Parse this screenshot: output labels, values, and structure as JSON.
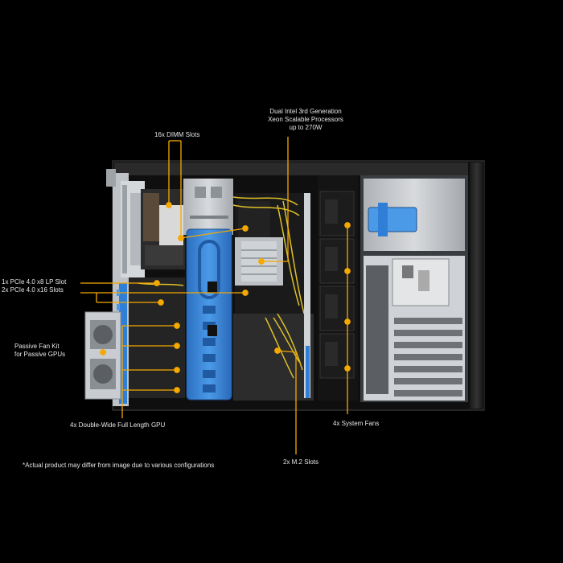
{
  "callouts": {
    "dimm": "16x DIMM Slots",
    "cpu": [
      "Dual Intel 3rd Generation",
      "Xeon Scalable Processors",
      "up to 270W"
    ],
    "pcie": [
      "1x PCIe 4.0 x8 LP Slot",
      "2x PCIe 4.0 x16 Slots"
    ],
    "fan": [
      "Passive Fan Kit",
      "for Passive GPUs"
    ],
    "gpu": "4x Double-Wide Full Length GPU",
    "m2": "2x M.2 Slots",
    "sys_fans": "4x System Fans",
    "disclaimer": "*Actual product may differ from image due to various configurations"
  },
  "colors": {
    "background": "#000000",
    "callout": "#f5a800",
    "chassis_metal": "#c9ccd0",
    "blue_bracket": "#2f7fd6",
    "fan_black": "#1c1c1c",
    "cable_yellow": "#e0c12a"
  }
}
